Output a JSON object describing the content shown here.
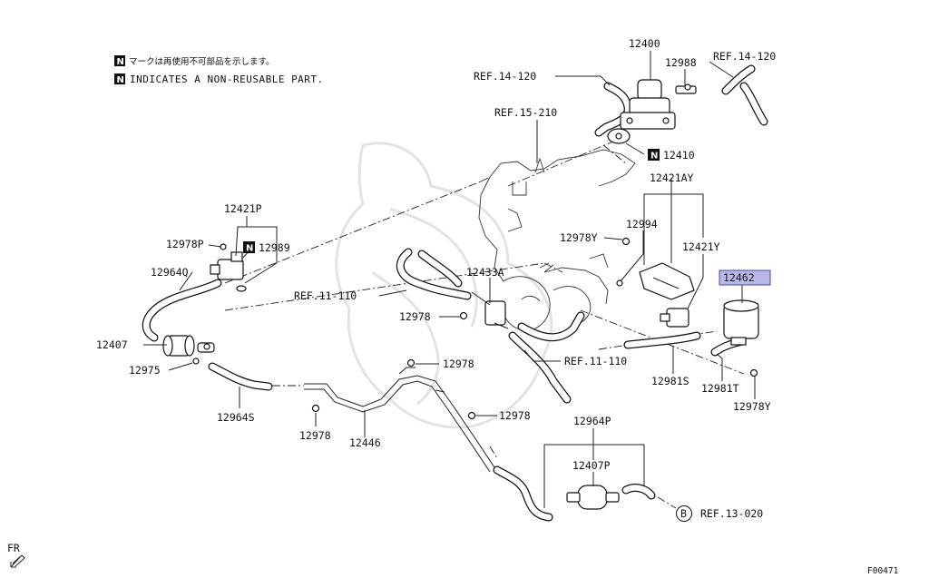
{
  "notes": {
    "n_symbol": "N",
    "japanese": "マークは再使用不可部品を示します。",
    "english": "INDICATES A NON-REUSABLE PART."
  },
  "parts": {
    "p12400": "12400",
    "p12988": "12988",
    "p12410": "12410",
    "p12421AY": "12421AY",
    "p12421P": "12421P",
    "p12978P": "12978P",
    "p12989": "12989",
    "p12964Q": "12964Q",
    "p12407": "12407",
    "p12975": "12975",
    "p12964S": "12964S",
    "p12433A": "12433A",
    "p12978_a": "12978",
    "p12978_b": "12978",
    "p12978_c": "12978",
    "p12978_d": "12978",
    "p12446": "12446",
    "p12978Y_a": "12978Y",
    "p12994": "12994",
    "p12421Y": "12421Y",
    "p12462": "12462",
    "p12981S": "12981S",
    "p12981T": "12981T",
    "p12978Y_b": "12978Y",
    "p12964P": "12964P",
    "p12407P": "12407P"
  },
  "refs": {
    "ref_14_120_a": "REF.14-120",
    "ref_14_120_b": "REF.14-120",
    "ref_15_210": "REF.15-210",
    "ref_11_110_a": "REF.11-110",
    "ref_11_110_b": "REF.11-110",
    "ref_13_020": "REF.13-020",
    "circle_b": "B"
  },
  "misc": {
    "fr": "FR",
    "figure_code": "F00471"
  },
  "colors": {
    "highlight": "#b8b8e8",
    "highlight_border": "#4a4a9a"
  }
}
